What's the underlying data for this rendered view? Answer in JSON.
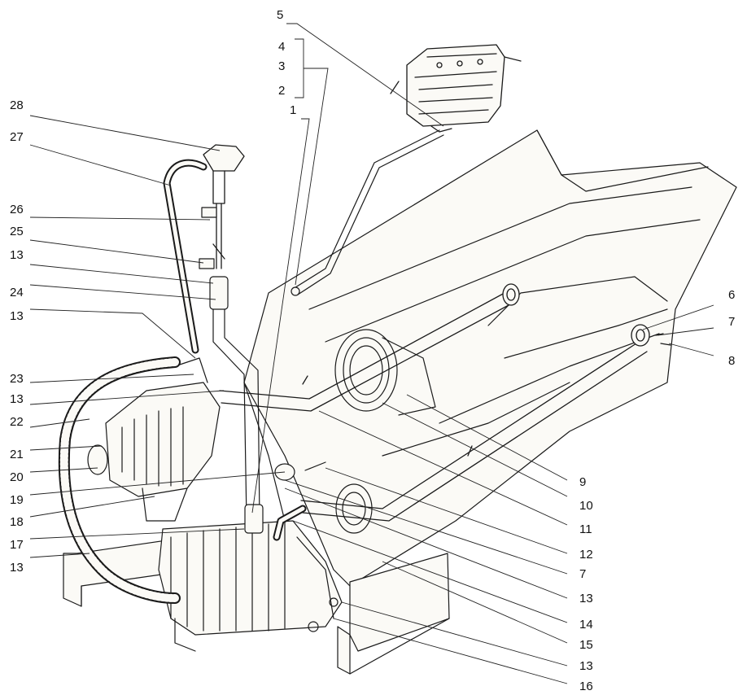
{
  "diagram": {
    "highlight_color": "#d11111",
    "ink_color": "#1a1a1a",
    "callouts": [
      {
        "id": "5",
        "text": "5",
        "highlight": false
      },
      {
        "id": "4",
        "text": "4",
        "highlight": false
      },
      {
        "id": "3",
        "text": "3",
        "highlight": false
      },
      {
        "id": "2",
        "text": "2",
        "highlight": false
      },
      {
        "id": "1",
        "text": "1",
        "highlight": false
      },
      {
        "id": "28",
        "text": "28",
        "highlight": false
      },
      {
        "id": "27",
        "text": "27",
        "highlight": false
      },
      {
        "id": "26",
        "text": "26",
        "highlight": false
      },
      {
        "id": "25",
        "text": "25",
        "highlight": false
      },
      {
        "id": "13a",
        "text": "13",
        "highlight": false
      },
      {
        "id": "24",
        "text": "24",
        "highlight": false
      },
      {
        "id": "13b",
        "text": "13",
        "highlight": false
      },
      {
        "id": "23",
        "text": "23",
        "highlight": false
      },
      {
        "id": "13c",
        "text": "13",
        "highlight": false
      },
      {
        "id": "22",
        "text": "22",
        "highlight": false
      },
      {
        "id": "21",
        "text": "21",
        "highlight": false
      },
      {
        "id": "20",
        "text": "20",
        "highlight": false
      },
      {
        "id": "19",
        "text": "19",
        "highlight": true
      },
      {
        "id": "18",
        "text": "18",
        "highlight": false
      },
      {
        "id": "17",
        "text": "17",
        "highlight": false
      },
      {
        "id": "13d",
        "text": "13",
        "highlight": false
      },
      {
        "id": "6",
        "text": "6",
        "highlight": false
      },
      {
        "id": "7a",
        "text": "7",
        "highlight": false
      },
      {
        "id": "8",
        "text": "8",
        "highlight": false
      },
      {
        "id": "9",
        "text": "9",
        "highlight": false
      },
      {
        "id": "10",
        "text": "10",
        "highlight": false
      },
      {
        "id": "11",
        "text": "11",
        "highlight": false
      },
      {
        "id": "12",
        "text": "12",
        "highlight": false
      },
      {
        "id": "7b",
        "text": "7",
        "highlight": false
      },
      {
        "id": "13e",
        "text": "13",
        "highlight": false
      },
      {
        "id": "14",
        "text": "14",
        "highlight": false
      },
      {
        "id": "15",
        "text": "15",
        "highlight": false
      },
      {
        "id": "13f",
        "text": "13",
        "highlight": false
      },
      {
        "id": "16",
        "text": "16",
        "highlight": false
      }
    ]
  }
}
